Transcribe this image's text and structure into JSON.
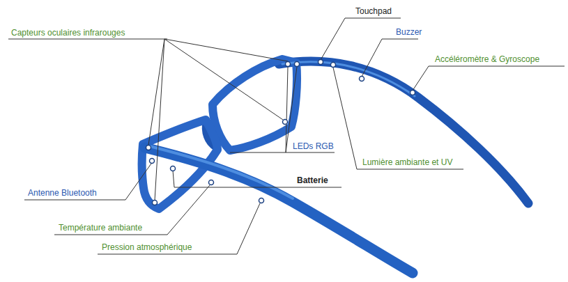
{
  "diagram": {
    "labels": [
      "Capteurs oculaires infrarouges",
      "Touchpad",
      "Buzzer",
      "Accéléromètre & Gyroscope",
      "LEDs RGB",
      "Lumière ambiante et UV",
      "Batterie",
      "Antenne Bluetooth",
      "Température ambiante",
      "Pression atmosphérique"
    ]
  }
}
